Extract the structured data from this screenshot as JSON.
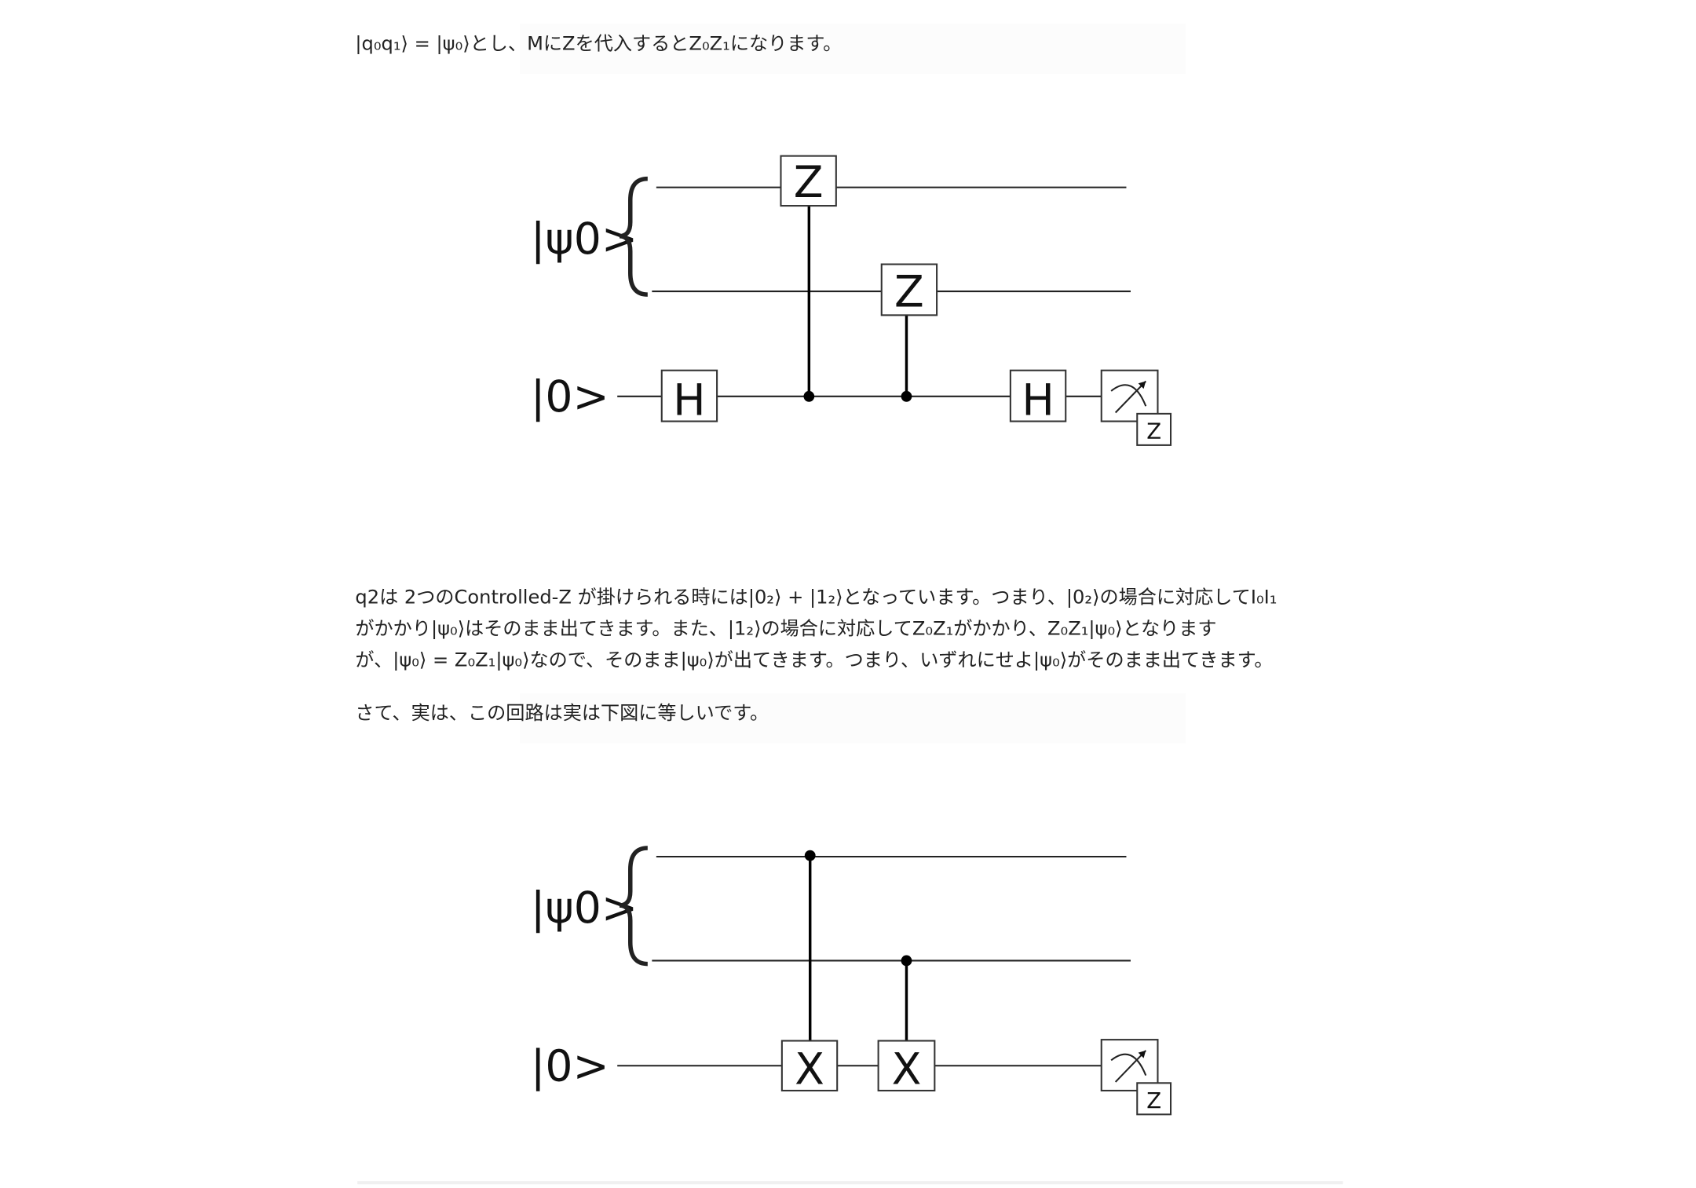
{
  "text": {
    "line1": "|q₀q₁⟩ = |ψ₀⟩とし、MにZを代入するとZ₀Z₁になります。",
    "para1": [
      "q2は 2つのControlled-Z が掛けられる時には|0₂⟩ + |1₂⟩となっています。つまり、|0₂⟩の場合に対応してI₀I₁",
      "がかかり|ψ₀⟩はそのまま出てきます。また、|1₂⟩の場合に対応してZ₀Z₁がかかり、Z₀Z₁|ψ₀⟩となります",
      "が、|ψ₀⟩ = Z₀Z₁|ψ₀⟩なので、そのまま|ψ₀⟩が出てきます。つまり、いずれにせよ|ψ₀⟩がそのまま出てきます。"
    ],
    "para2": "さて、実は、この回路は実は下図に等しいです。"
  },
  "circuit1": {
    "input_psi": "|ψ0>",
    "input_zero": "|0>",
    "gates": {
      "z1": "Z",
      "z2": "Z",
      "h1": "H",
      "h2": "H",
      "measure_basis": "Z"
    }
  },
  "circuit2": {
    "input_psi": "|ψ0>",
    "input_zero": "|0>",
    "gates": {
      "x1": "X",
      "x2": "X",
      "measure_basis": "Z"
    }
  }
}
